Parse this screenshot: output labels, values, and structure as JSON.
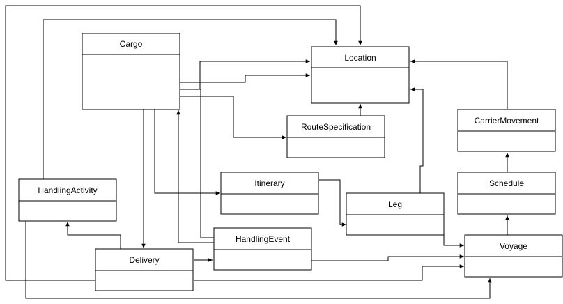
{
  "diagram": {
    "classes": [
      {
        "id": "cargo",
        "name": "Cargo"
      },
      {
        "id": "location",
        "name": "Location"
      },
      {
        "id": "route-specification",
        "name": "RouteSpecification"
      },
      {
        "id": "carrier-movement",
        "name": "CarrierMovement"
      },
      {
        "id": "schedule",
        "name": "Schedule"
      },
      {
        "id": "handling-activity",
        "name": "HandlingActivity"
      },
      {
        "id": "itinerary",
        "name": "Itinerary"
      },
      {
        "id": "leg",
        "name": "Leg"
      },
      {
        "id": "handling-event",
        "name": "HandlingEvent"
      },
      {
        "id": "voyage",
        "name": "Voyage"
      },
      {
        "id": "delivery",
        "name": "Delivery"
      }
    ],
    "colors": {
      "stroke": "#000000",
      "fill": "#ffffff",
      "text": "#000000"
    }
  }
}
